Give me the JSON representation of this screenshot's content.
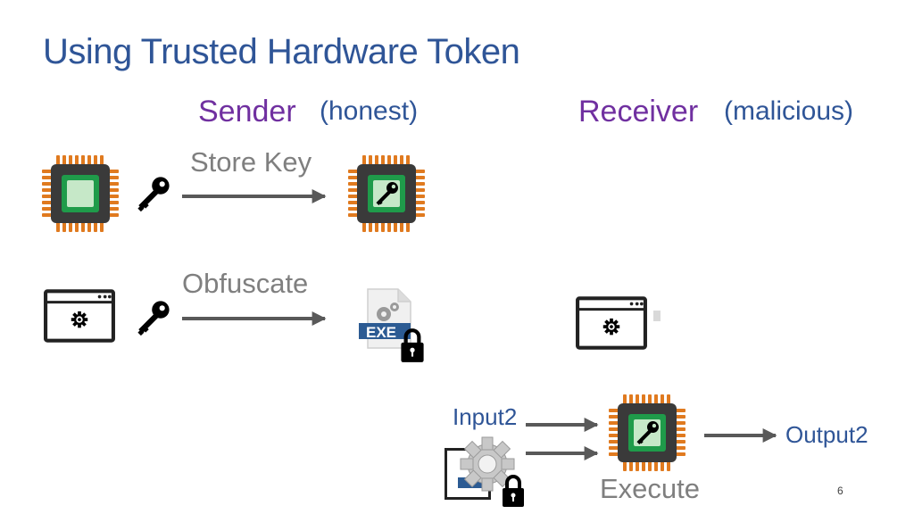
{
  "slide": {
    "title": "Using Trusted Hardware Token",
    "page_number": "6"
  },
  "roles": {
    "sender": "Sender",
    "sender_qualifier": "(honest)",
    "receiver": "Receiver",
    "receiver_qualifier": "(malicious)"
  },
  "steps": {
    "store_key": "Store Key",
    "obfuscate": "Obfuscate",
    "execute": "Execute"
  },
  "io": {
    "input_label": "Input",
    "input_index": "2",
    "output_label": "Output",
    "output_index": "2",
    "exe_label": "EXE"
  },
  "colors": {
    "title": "#2f5597",
    "role": "#7030a0",
    "step": "#7f7f7f",
    "chip_pins": "#e07a1f",
    "chip_body": "#3a3a3a",
    "chip_die": "#1f9b4a",
    "chip_die_inner": "#c6e8c8",
    "arrow": "#595959"
  },
  "icons": [
    "chip-icon",
    "key-icon",
    "program-window-icon",
    "exe-file-icon",
    "lock-icon",
    "gear-icon"
  ]
}
